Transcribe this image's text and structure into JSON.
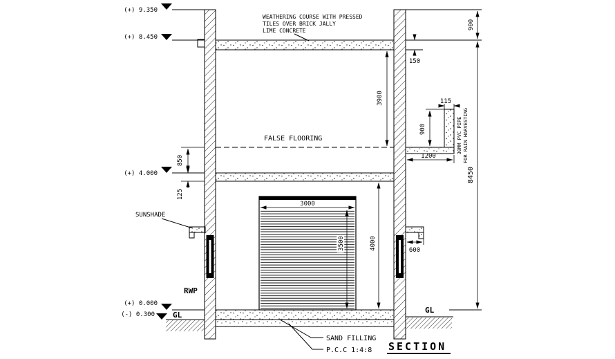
{
  "drawing": {
    "title": "SECTION",
    "levels": {
      "l9350": "(+) 9.350",
      "l8450": "(+) 8.450",
      "l4000": "(+) 4.000",
      "l0000": "(+) 0.000",
      "lm0300": "(-) 0.300"
    },
    "labels": {
      "weathering_line1": "WEATHERING COURSE WITH PRESSED",
      "weathering_line2": "TILES OVER BRICK JALLY",
      "weathering_line3": "LIME CONCRETE",
      "false_flooring": "FALSE FLOORING",
      "sunshade": "SUNSHADE",
      "rwp": "RWP",
      "gl_left": "GL",
      "gl_right": "GL",
      "sand_filling": "SAND FILLING",
      "pcc": "P.C.C 1:4:8",
      "pvc_line1": "30MM PVC PIPE",
      "pvc_line2": "FOR RAIN HARVESTING"
    },
    "dims": {
      "parapet_900": "900",
      "overall_8450": "8450",
      "roof_slab_150": "150",
      "clear_3900": "3900",
      "false_floor_850": "850",
      "floor_slab_125": "125",
      "opening_3000": "3000",
      "opening_3500": "3500",
      "clear_4000": "4000",
      "sunshade_600": "600",
      "pipe_115": "115",
      "pipe_900": "900",
      "pipe_1200": "1200"
    }
  }
}
